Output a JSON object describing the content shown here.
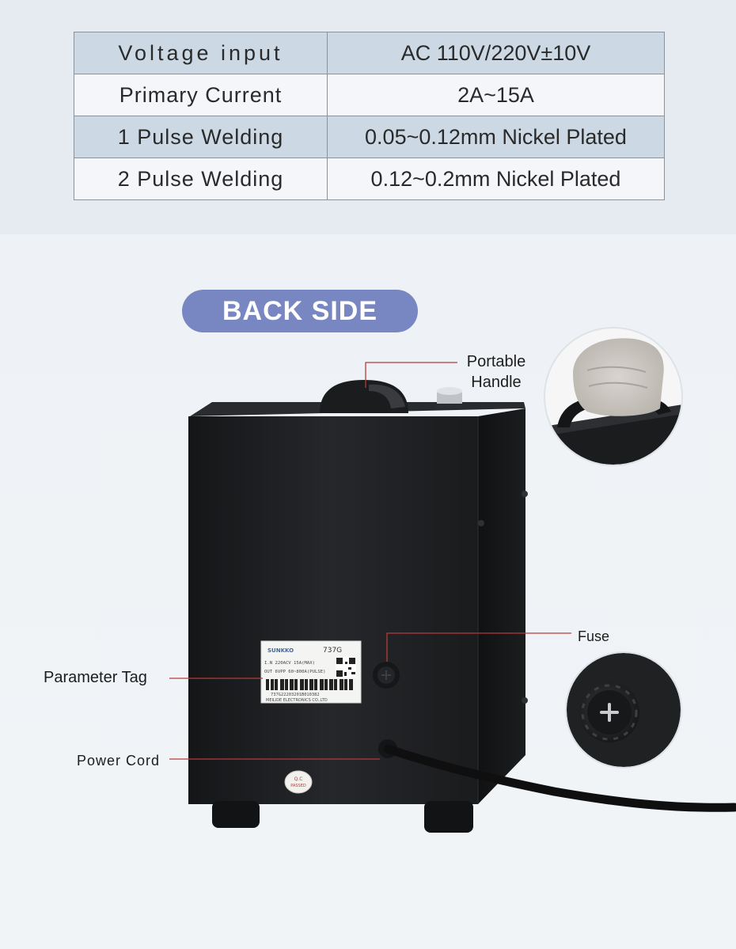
{
  "spec_table": {
    "rows": [
      {
        "label": "Voltage input",
        "value": "AC 110V/220V±10V"
      },
      {
        "label": "Primary Current",
        "value": "2A~15A"
      },
      {
        "label": "1 Pulse Welding",
        "value": "0.05~0.12mm Nickel Plated"
      },
      {
        "label": "2 Pulse Welding",
        "value": "0.12~0.2mm Nickel Plated"
      }
    ]
  },
  "section_title": "BACK SIDE",
  "callouts": {
    "handle_line1": "Portable",
    "handle_line2": "Handle",
    "fuse": "Fuse",
    "parameter_tag": "Parameter Tag",
    "power_cord": "Power Cord"
  },
  "tag": {
    "brand": "SUNKKO",
    "model": "737G",
    "line1": "I.N 220ACV  15A(MAX)",
    "line2": "OUT 6VPP 60~800A(PULSE)",
    "serial": "737G22203201B010382",
    "maker": "MEILIDE ELECTRONICS CO.,LTD"
  },
  "qc_sticker": {
    "line1": "Q.C",
    "line2": "PASSED"
  },
  "colors": {
    "table_row_shaded": "#ccd9e4",
    "table_row_light": "#f4f6f9",
    "pill": "#7886c2",
    "callout_line": "#b53b3b",
    "device_body": "#1e1f21"
  }
}
